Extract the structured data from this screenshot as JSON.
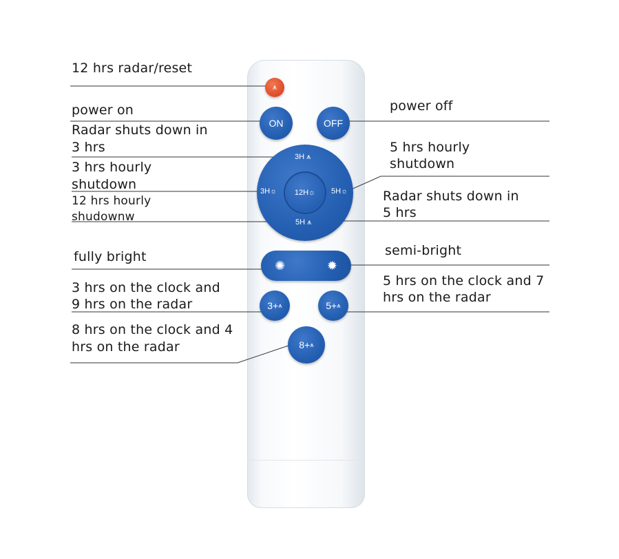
{
  "labels": {
    "radar_reset": "12 hrs radar/reset",
    "power_on": "power on",
    "power_off": "power off",
    "radar_3h_line1": "Radar shuts down in",
    "radar_3h_line2": "3 hrs",
    "hourly_3h_line1": "3 hrs hourly",
    "hourly_3h_line2": "shutdown",
    "hourly_12h_line1": "12 hrs hourly",
    "hourly_12h_line2": "shudownw",
    "hourly_5h_line1": "5 hrs hourly",
    "hourly_5h_line2": "shutdown",
    "radar_5h_line1": "Radar shuts down in",
    "radar_5h_line2": "5 hrs",
    "fully_bright": "fully bright",
    "semi_bright": "semi-bright",
    "clock3_line1": "3 hrs on the clock and",
    "clock3_line2": "9 hrs on the radar",
    "clock5_line1": "5 hrs on the clock and 7",
    "clock5_line2": "hrs on the radar",
    "clock8_line1": "8 hrs on the clock and 4",
    "clock8_line2": "hrs on the radar"
  },
  "buttons": {
    "on": "ON",
    "off": "OFF",
    "dpad_top": "3H",
    "dpad_left": "3H",
    "dpad_center": "12H",
    "dpad_right": "5H",
    "dpad_bottom": "5H",
    "combo_3": "3+",
    "combo_5": "5+",
    "combo_8": "8+"
  },
  "colors": {
    "button_blue": "#245fb2",
    "radar_button": "#e1502c",
    "remote_body": "#f7f9fb",
    "leader_line": "#333333"
  }
}
